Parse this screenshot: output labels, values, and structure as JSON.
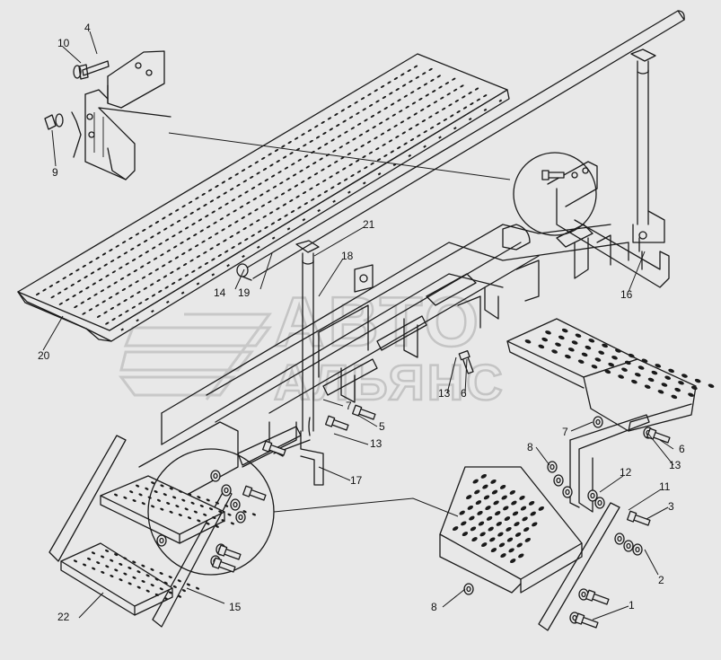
{
  "watermark": {
    "line1": "АВТО",
    "line2": "АЛЬЯНС"
  },
  "callouts": [
    {
      "id": "c1",
      "label": "1"
    },
    {
      "id": "c2",
      "label": "2"
    },
    {
      "id": "c3",
      "label": "3"
    },
    {
      "id": "c4",
      "label": "4"
    },
    {
      "id": "c5",
      "label": "5"
    },
    {
      "id": "c6a",
      "label": "6"
    },
    {
      "id": "c6b",
      "label": "6"
    },
    {
      "id": "c7a",
      "label": "7"
    },
    {
      "id": "c7b",
      "label": "7"
    },
    {
      "id": "c8a",
      "label": "8"
    },
    {
      "id": "c8b",
      "label": "8"
    },
    {
      "id": "c9",
      "label": "9"
    },
    {
      "id": "c10",
      "label": "10"
    },
    {
      "id": "c11",
      "label": "11"
    },
    {
      "id": "c12",
      "label": "12"
    },
    {
      "id": "c13a",
      "label": "13"
    },
    {
      "id": "c13b",
      "label": "13"
    },
    {
      "id": "c13c",
      "label": "13"
    },
    {
      "id": "c14",
      "label": "14"
    },
    {
      "id": "c15",
      "label": "15"
    },
    {
      "id": "c16",
      "label": "16"
    },
    {
      "id": "c17",
      "label": "17"
    },
    {
      "id": "c18",
      "label": "18"
    },
    {
      "id": "c19",
      "label": "19"
    },
    {
      "id": "c20",
      "label": "20"
    },
    {
      "id": "c21",
      "label": "21"
    },
    {
      "id": "c22",
      "label": "22"
    }
  ]
}
